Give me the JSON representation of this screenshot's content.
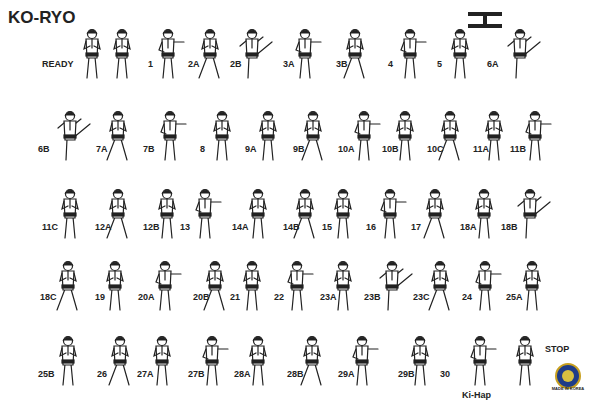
{
  "diagram": {
    "title": "KO-RYO",
    "labels": [
      "READY",
      "1",
      "2A",
      "2B",
      "3A",
      "3B",
      "4",
      "5",
      "6A",
      "6B",
      "7A",
      "7B",
      "8",
      "9A",
      "9B",
      "10A",
      "10B",
      "10C",
      "11A",
      "11B",
      "11C",
      "12A",
      "12B",
      "13",
      "14A",
      "14B",
      "15",
      "16",
      "17",
      "18A",
      "18B",
      "18C",
      "19",
      "20A",
      "20B",
      "21",
      "22",
      "23A",
      "23B",
      "23C",
      "24",
      "25A",
      "25B",
      "26",
      "27A",
      "27B",
      "28A",
      "28B",
      "29A",
      "29B",
      "30",
      "STOP",
      "Ki-Hap",
      "MADE IN KOREA"
    ]
  }
}
